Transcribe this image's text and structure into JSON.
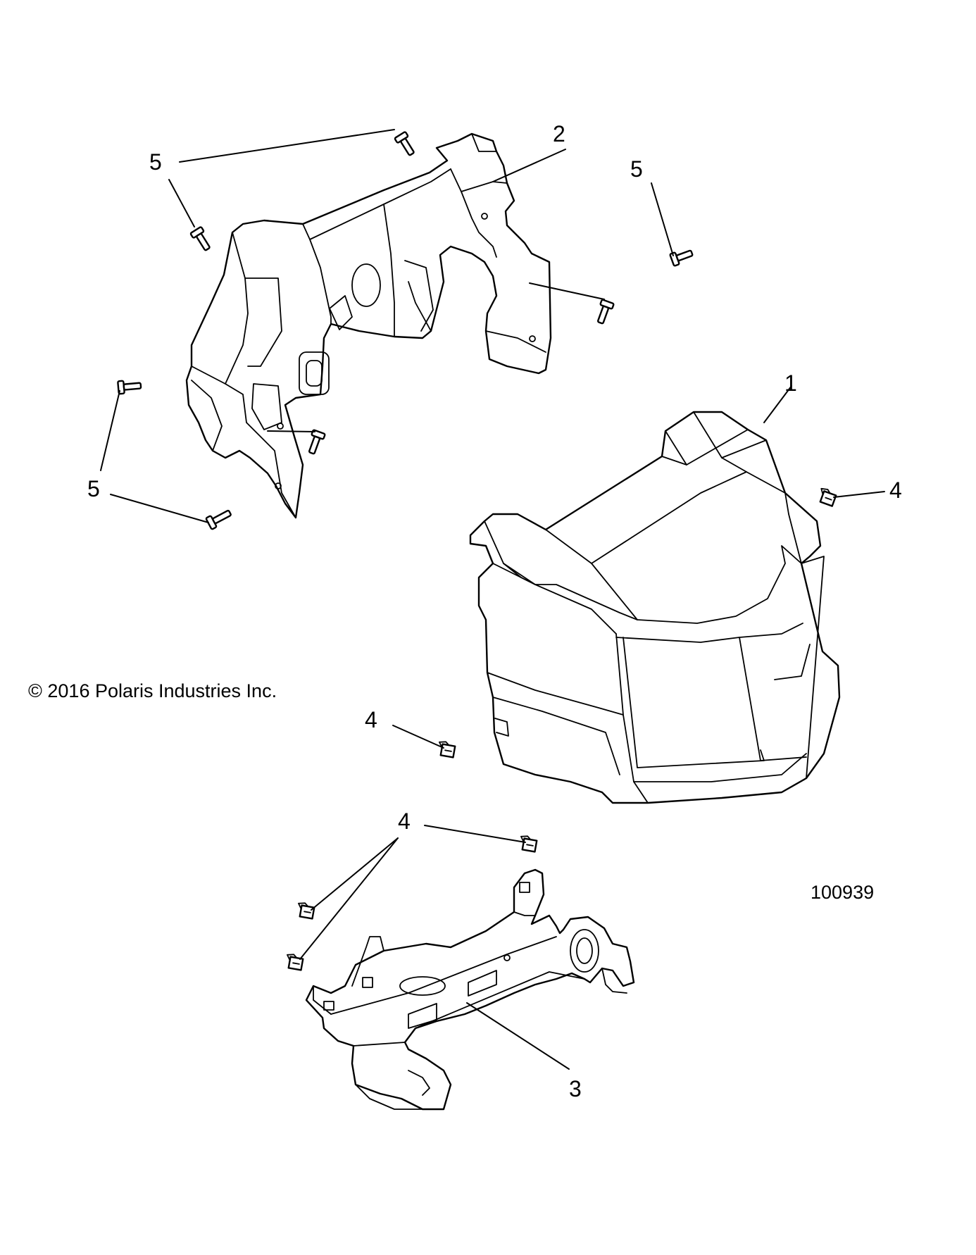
{
  "copyright": "© 2016 Polaris Industries Inc.",
  "figure_number": "100939",
  "callouts": [
    {
      "id": "callout-1",
      "label": "1"
    },
    {
      "id": "callout-2",
      "label": "2"
    },
    {
      "id": "callout-3",
      "label": "3"
    },
    {
      "id": "callout-4a",
      "label": "4"
    },
    {
      "id": "callout-4b",
      "label": "4"
    },
    {
      "id": "callout-4c",
      "label": "4"
    },
    {
      "id": "callout-5a",
      "label": "5"
    },
    {
      "id": "callout-5b",
      "label": "5"
    },
    {
      "id": "callout-5c",
      "label": "5"
    }
  ]
}
